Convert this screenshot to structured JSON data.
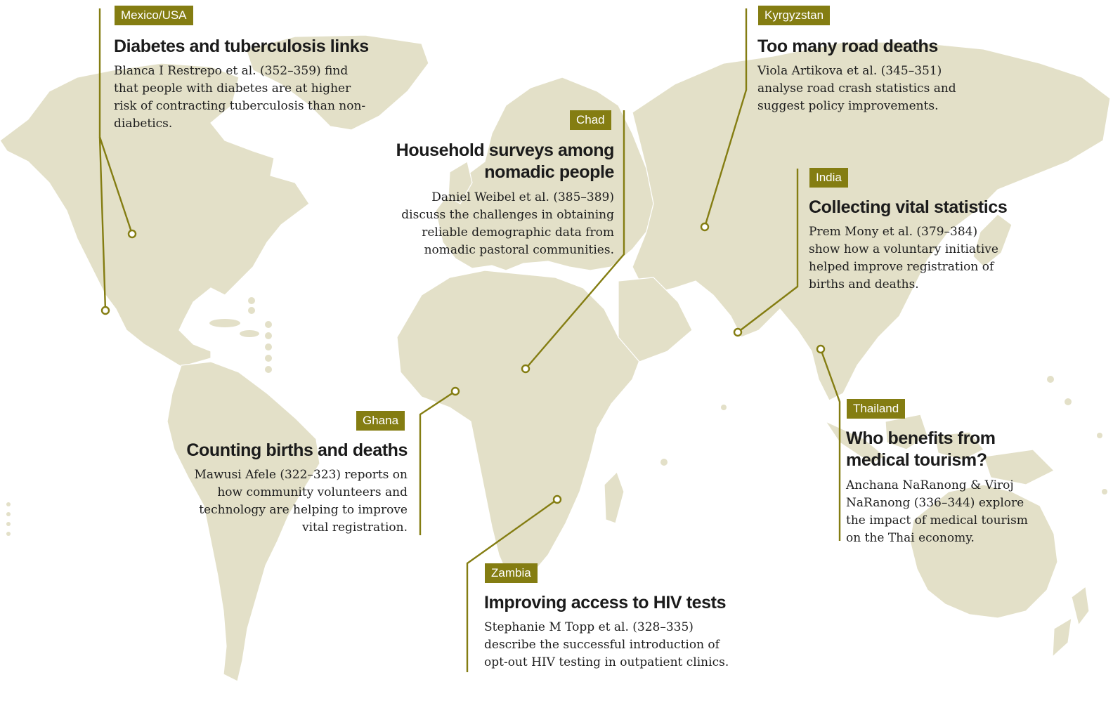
{
  "accent_color": "#847d12",
  "land_color": "#e3e0c8",
  "callouts": [
    {
      "tag": "Mexico/USA",
      "headline": "Diabetes and tuberculosis links",
      "body": "Blanca I Restrepo et al. (352–359) find that people with diabetes are at higher risk of contracting tuberculosis than non-diabetics."
    },
    {
      "tag": "Kyrgyzstan",
      "headline": "Too many road deaths",
      "body": "Viola Artikova et al. (345–351) analyse road crash statistics and suggest policy improvements."
    },
    {
      "tag": "Chad",
      "headline": "Household surveys among nomadic people",
      "body": "Daniel Weibel et al. (385–389) discuss the challenges in obtaining reliable demographic data from nomadic pastoral communities."
    },
    {
      "tag": "India",
      "headline": "Collecting vital statistics",
      "body": "Prem Mony et al. (379–384) show how a voluntary initiative helped improve registration of births and deaths."
    },
    {
      "tag": "Ghana",
      "headline": "Counting births and deaths",
      "body": "Mawusi Afele (322–323) reports on how community volunteers and technology are helping to improve vital registration."
    },
    {
      "tag": "Thailand",
      "headline": "Who benefits from medical tourism?",
      "body": "Anchana NaRanong & Viroj NaRanong (336–344) explore the impact of medical tourism on the Thai economy."
    },
    {
      "tag": "Zambia",
      "headline": "Improving access to HIV tests",
      "body": "Stephanie M Topp et al. (328–335) describe the successful introduction of opt-out HIV testing in outpatient clinics."
    }
  ]
}
